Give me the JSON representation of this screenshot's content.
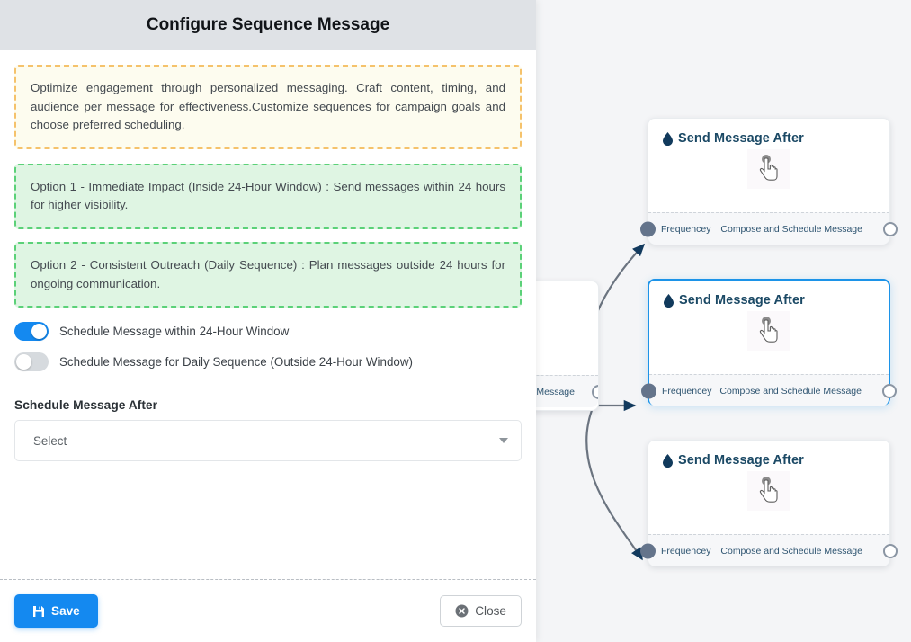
{
  "modal": {
    "title": "Configure Sequence Message",
    "info_note": "Optimize engagement through personalized messaging. Craft content, timing, and audience per message for effectiveness.Customize sequences for campaign goals and choose preferred scheduling.",
    "options": [
      "Option 1 - Immediate Impact (Inside 24-Hour Window) : Send messages within 24 hours for higher visibility.",
      "Option 2 - Consistent Outreach (Daily Sequence) : Plan messages outside 24 hours for ongoing communication."
    ],
    "toggles": [
      {
        "label": "Schedule Message within 24-Hour Window",
        "state": "on"
      },
      {
        "label": "Schedule Message for Daily Sequence (Outside 24-Hour Window)",
        "state": "off"
      }
    ],
    "schedule_field": {
      "label": "Schedule Message After",
      "value": "Select",
      "caret_icon": "chevron-down-icon"
    },
    "footer": {
      "save_label": "Save",
      "save_icon": "floppy-disk-save-icon",
      "close_label": "Close",
      "close_icon": "circle-x-icon"
    }
  },
  "canvas": {
    "background_color": "#f4f5f7",
    "accent_color": "#1489f0",
    "node_title_color": "#1b4965",
    "nodes": [
      {
        "title": "Send Message After",
        "icon": "droplet-icon",
        "body_icon": "pointing-hand-cursor-icon",
        "in_port_label": "Frequencey",
        "out_port_label": "Compose and Schedule Message",
        "selected": "false"
      },
      {
        "title": "Send Message After",
        "icon": "droplet-icon",
        "body_icon": "pointing-hand-cursor-icon",
        "in_port_label": "Frequencey",
        "out_port_label": "Compose and Schedule Message",
        "selected": "true"
      },
      {
        "title": "Send Message After",
        "icon": "droplet-icon",
        "body_icon": "pointing-hand-cursor-icon",
        "in_port_label": "Frequencey",
        "out_port_label": "Compose and Schedule Message",
        "selected": "false"
      }
    ],
    "partial_node": {
      "out_port_label": "ce Message"
    }
  }
}
